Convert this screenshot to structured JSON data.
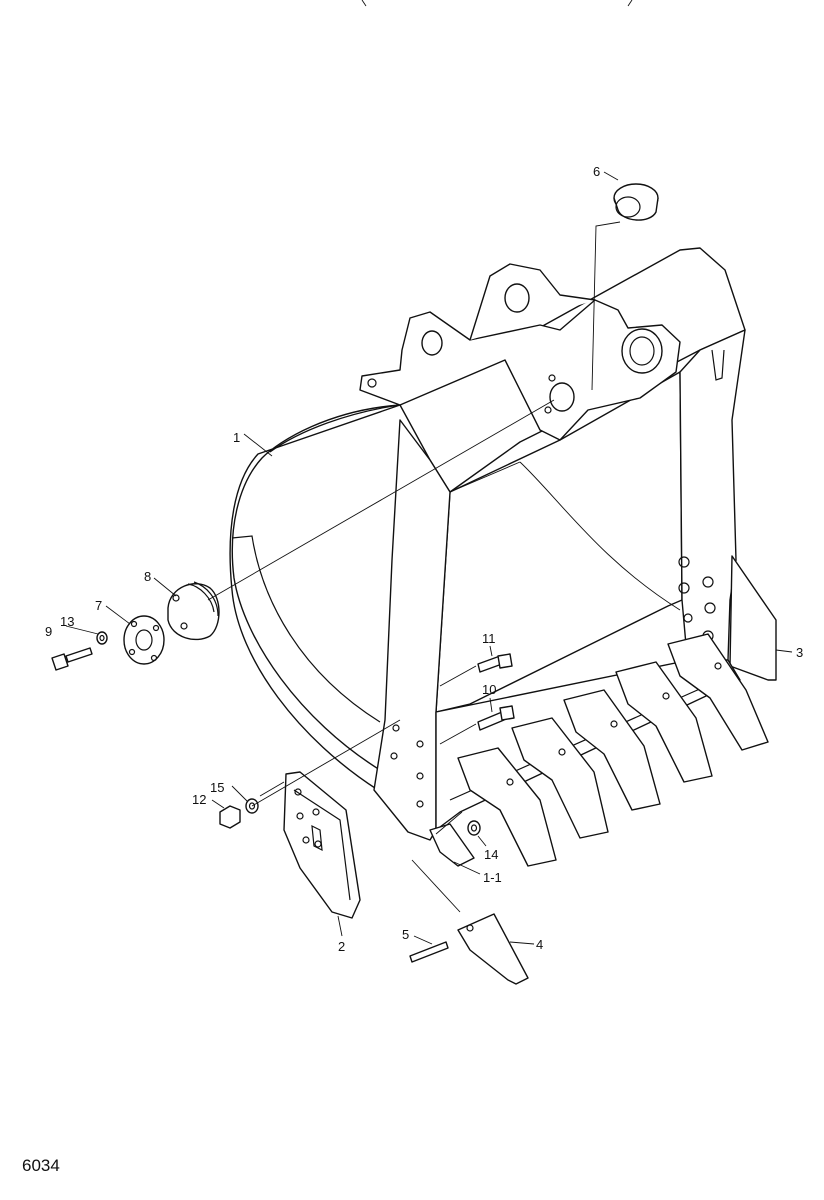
{
  "figure": {
    "page_code": "6034",
    "callouts": [
      {
        "id": "c1",
        "label": "1"
      },
      {
        "id": "c1-1",
        "label": "1-1"
      },
      {
        "id": "c2",
        "label": "2"
      },
      {
        "id": "c3",
        "label": "3"
      },
      {
        "id": "c4",
        "label": "4"
      },
      {
        "id": "c5",
        "label": "5"
      },
      {
        "id": "c6",
        "label": "6"
      },
      {
        "id": "c7",
        "label": "7"
      },
      {
        "id": "c8",
        "label": "8"
      },
      {
        "id": "c9",
        "label": "9"
      },
      {
        "id": "c10",
        "label": "10"
      },
      {
        "id": "c11",
        "label": "11"
      },
      {
        "id": "c12",
        "label": "12"
      },
      {
        "id": "c13",
        "label": "13"
      },
      {
        "id": "c14",
        "label": "14"
      },
      {
        "id": "c15",
        "label": "15"
      }
    ]
  }
}
